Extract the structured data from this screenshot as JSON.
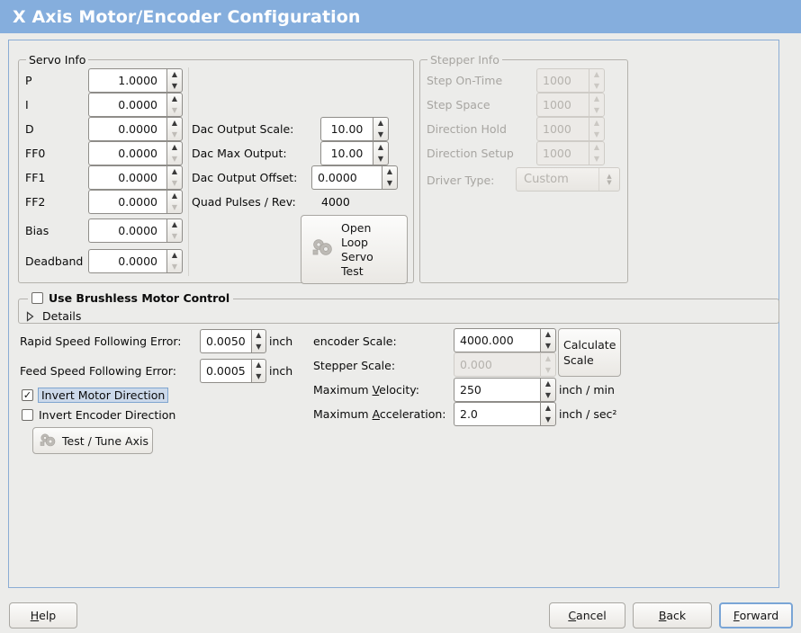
{
  "window": {
    "title": "X Axis Motor/Encoder Configuration",
    "title_bg": "#85aedd",
    "frame_border": "#8badd4",
    "body_bg": "#ececea"
  },
  "servo_info": {
    "legend": "Servo Info",
    "rows": [
      {
        "label": "P",
        "value": "1.0000",
        "at_min": false
      },
      {
        "label": "I",
        "value": "0.0000",
        "at_min": true
      },
      {
        "label": "D",
        "value": "0.0000",
        "at_min": true
      },
      {
        "label": "FF0",
        "value": "0.0000",
        "at_min": true
      },
      {
        "label": "FF1",
        "value": "0.0000",
        "at_min": true
      },
      {
        "label": "FF2",
        "value": "0.0000",
        "at_min": true
      },
      {
        "label": "Bias",
        "value": "0.0000",
        "at_min": true
      },
      {
        "label": "Deadband",
        "value": "0.0000",
        "at_min": true
      }
    ],
    "dac_output_scale_label": "Dac Output Scale:",
    "dac_output_scale_value": "10.00",
    "dac_max_output_label": "Dac Max Output:",
    "dac_max_output_value": "10.00",
    "dac_output_offset_label": "Dac Output Offset:",
    "dac_output_offset_value": "0.0000",
    "quad_pulses_label": "Quad Pulses / Rev:",
    "quad_pulses_value": "4000",
    "open_loop_button": "Open\nLoop\nServo\nTest",
    "open_loop_lines": [
      "Open",
      "Loop",
      "Servo",
      "Test"
    ]
  },
  "stepper_info": {
    "legend": "Stepper Info",
    "disabled": true,
    "rows": [
      {
        "label": "Step On-Time",
        "value": "1000"
      },
      {
        "label": "Step Space",
        "value": "1000"
      },
      {
        "label": "Direction Hold",
        "value": "1000"
      },
      {
        "label": "Direction Setup",
        "value": "1000"
      }
    ],
    "driver_type_label": "Driver Type:",
    "driver_type_value": "Custom"
  },
  "brushless": {
    "checkbox_label": "Use Brushless Motor Control",
    "checked": false,
    "details_label": "Details",
    "details_expanded": false
  },
  "following_errors": {
    "rapid_label": "Rapid Speed Following Error:",
    "rapid_value": "0.0050",
    "rapid_unit": "inch",
    "feed_label": "Feed Speed Following Error:",
    "feed_value": "0.0005",
    "feed_unit": "inch"
  },
  "direction": {
    "invert_motor_label": "Invert Motor Direction",
    "invert_motor_checked": true,
    "invert_motor_focused": true,
    "invert_encoder_label": "Invert Encoder Direction",
    "invert_encoder_checked": false,
    "test_tune_label": "Test / Tune Axis"
  },
  "scales": {
    "encoder_scale_label": "encoder Scale:",
    "encoder_scale_value": "4000.000",
    "stepper_scale_label": "Stepper Scale:",
    "stepper_scale_value": "0.000",
    "stepper_scale_disabled": true,
    "calculate_scale_label": "Calculate\nScale",
    "calculate_scale_lines": [
      "Calculate",
      "Scale"
    ],
    "max_velocity_label_pre": "Maximum ",
    "max_velocity_mnemonic": "V",
    "max_velocity_label_post": "elocity:",
    "max_velocity_value": "250",
    "max_velocity_unit": "inch / min",
    "max_accel_label_pre": "Maximum ",
    "max_accel_mnemonic": "A",
    "max_accel_label_post": "cceleration:",
    "max_accel_value": "2.0",
    "max_accel_unit": "inch / sec²"
  },
  "footer": {
    "help_mnemonic": "H",
    "help_rest": "elp",
    "cancel_mnemonic": "C",
    "cancel_rest": "ancel",
    "back_mnemonic": "B",
    "back_rest": "ack",
    "forward_mnemonic": "F",
    "forward_rest": "orward",
    "forward_is_default": true
  }
}
